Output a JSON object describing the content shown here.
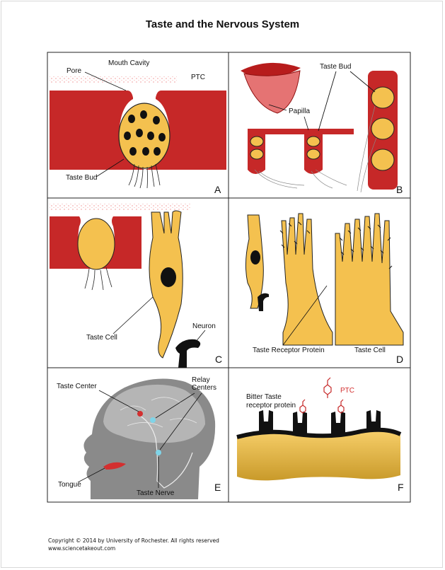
{
  "title": "Taste and the Nervous System",
  "panels": {
    "A": {
      "letter": "A",
      "labels": {
        "pore": "Pore",
        "mouth_cavity": "Mouth Cavity",
        "ptc": "PTC",
        "taste_bud": "Taste Bud"
      }
    },
    "B": {
      "letter": "B",
      "labels": {
        "taste_bud": "Taste Bud",
        "papilla": "Papilla"
      }
    },
    "C": {
      "letter": "C",
      "labels": {
        "taste_cell": "Taste Cell",
        "neuron": "Neuron"
      }
    },
    "D": {
      "letter": "D",
      "labels": {
        "taste_receptor_protein": "Taste Receptor Protein",
        "taste_cell": "Taste Cell"
      }
    },
    "E": {
      "letter": "E",
      "labels": {
        "taste_center": "Taste Center",
        "relay_centers_line1": "Relay",
        "relay_centers_line2": "Centers",
        "tongue": "Tongue",
        "taste_nerve": "Taste Nerve"
      }
    },
    "F": {
      "letter": "F",
      "labels": {
        "bitter_line1": "Bitter Taste",
        "bitter_line2": "receptor protein",
        "ptc": "PTC"
      }
    }
  },
  "footer": {
    "copyright": "Copyright © 2014 by University of Rochester.  All rights reserved",
    "website": "www.sciencetakeout.com"
  },
  "colors": {
    "tissue_red": "#c62828",
    "cell_yellow": "#f4c14f",
    "ptc_red": "#d32f2f",
    "brain_gray": "#8a8a8a"
  }
}
